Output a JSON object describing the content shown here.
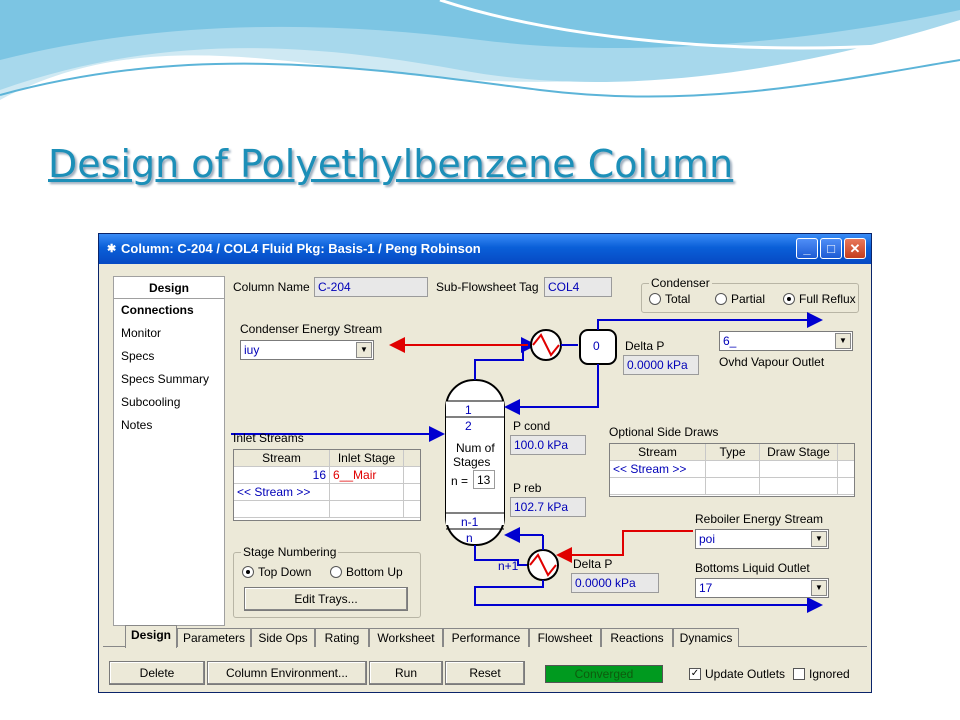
{
  "slide": {
    "title": "Design of Polyethylbenzene Column"
  },
  "window": {
    "icon": "column-icon",
    "title": "Column: C-204 / COL4  Fluid Pkg: Basis-1 / Peng Robinson",
    "controls": {
      "minimize": "_",
      "maximize": "□",
      "close": "✕"
    }
  },
  "nav": {
    "header": "Design",
    "items": [
      "Connections",
      "Monitor",
      "Specs",
      "Specs Summary",
      "Subcooling",
      "Notes"
    ]
  },
  "form": {
    "column_name_label": "Column Name",
    "column_name": "C-204",
    "subflowsheet_label": "Sub-Flowsheet Tag",
    "subflowsheet": "COL4",
    "condenser": {
      "title": "Condenser",
      "options": [
        "Total",
        "Partial",
        "Full Reflux"
      ],
      "selected": "Full Reflux"
    },
    "condenser_energy_label": "Condenser Energy Stream",
    "condenser_energy": "iuy",
    "ovhd_value": "6_",
    "ovhd_label": "Ovhd Vapour Outlet",
    "top_delta_p_label": "Delta P",
    "top_delta_p": "0.0000 kPa",
    "p_cond_label": "P cond",
    "p_cond": "100.0 kPa",
    "p_reb_label": "P reb",
    "p_reb": "102.7 kPa",
    "num_stages_label_1": "Num of",
    "num_stages_label_2": "Stages",
    "n_label": "n =",
    "n_value": "13",
    "stage_1": "1",
    "stage_2": "2",
    "stage_n_1": "n-1",
    "stage_n": "n",
    "stage_n_plus_1": "n+1",
    "condenser_drum_label": "0",
    "bottom_delta_p_label": "Delta P",
    "bottom_delta_p": "0.0000 kPa",
    "reboiler_energy_label": "Reboiler Energy Stream",
    "reboiler_energy": "poi",
    "bottoms_label": "Bottoms Liquid Outlet",
    "bottoms": "17"
  },
  "inlet": {
    "title": "Inlet Streams",
    "headers": [
      "Stream",
      "Inlet Stage"
    ],
    "rows": [
      [
        "16",
        "6__Mair"
      ],
      [
        "<< Stream >>",
        ""
      ]
    ]
  },
  "side_draws": {
    "title": "Optional Side Draws",
    "headers": [
      "Stream",
      "Type",
      "Draw Stage"
    ],
    "rows": [
      [
        "<< Stream >>",
        "",
        ""
      ]
    ]
  },
  "stage_numbering": {
    "title": "Stage Numbering",
    "options": [
      "Top Down",
      "Bottom Up"
    ],
    "selected": "Top Down",
    "edit_button": "Edit Trays..."
  },
  "tabs": [
    "Design",
    "Parameters",
    "Side Ops",
    "Rating",
    "Worksheet",
    "Performance",
    "Flowsheet",
    "Reactions",
    "Dynamics"
  ],
  "footer": {
    "delete": "Delete",
    "col_env": "Column Environment...",
    "run": "Run",
    "reset": "Reset",
    "status": "Converged",
    "update_outlets": "Update Outlets",
    "ignored": "Ignored"
  },
  "colors": {
    "title_blue": "#1c8fb8",
    "stream_blue": "#0000d0",
    "stream_red": "#e00000",
    "status_green": "#009a1f"
  }
}
